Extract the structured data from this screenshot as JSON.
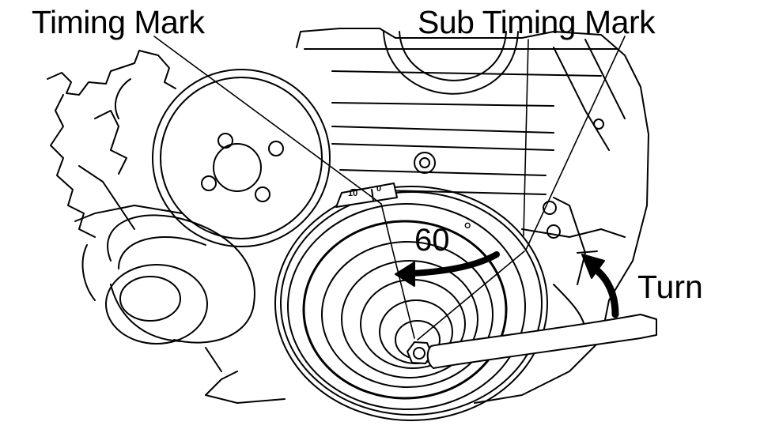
{
  "labels": {
    "timing_mark": "Timing Mark",
    "sub_timing_mark": "Sub Timing Mark",
    "turn": "Turn",
    "angle_value": "60",
    "angle_unit": "°",
    "scale_ten": "10",
    "scale_zero": "0"
  },
  "colors": {
    "line": "#000000",
    "background": "#ffffff"
  }
}
